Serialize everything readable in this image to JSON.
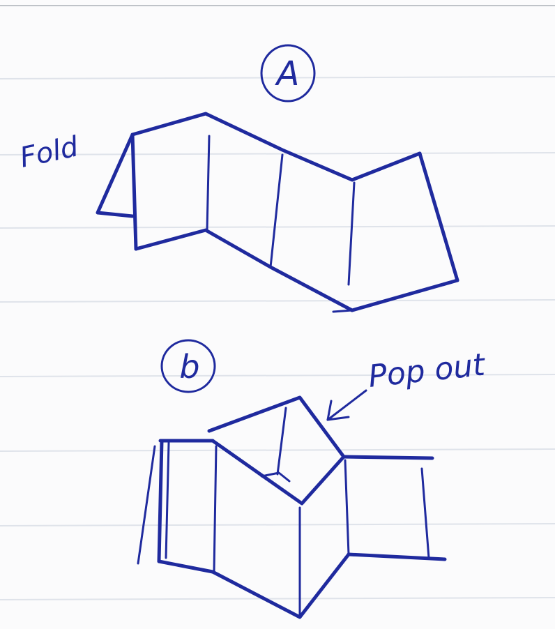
{
  "labels": {
    "panel_a": "A",
    "panel_b": "b",
    "fold": "Fold",
    "pop_out": "Pop out"
  },
  "colors": {
    "ink": "#1f2a9e",
    "paper": "#fbfbfc",
    "rule_line": "#dfe3ea"
  }
}
